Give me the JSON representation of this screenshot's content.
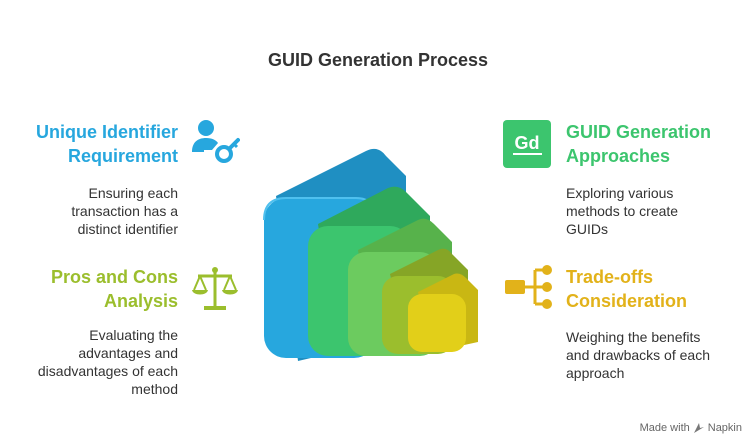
{
  "title": "GUID Generation Process",
  "colors": {
    "blue": "#27A7DE",
    "teal": "#3CC56E",
    "light_green": "#6CCB5F",
    "olive": "#9BBE2D",
    "yellow": "#E2CF19"
  },
  "items": [
    {
      "heading_line1": "Unique Identifier",
      "heading_line2": "Requirement",
      "desc_line1": "Ensuring each",
      "desc_line2": "transaction has a",
      "desc_line3": "distinct identifier",
      "icon": "user-key-icon",
      "color": "#27A7DE"
    },
    {
      "heading_line1": "GUID Generation",
      "heading_line2": "Approaches",
      "desc_line1": "Exploring various",
      "desc_line2": "methods to create",
      "desc_line3": "GUIDs",
      "icon": "gd-badge-icon",
      "icon_text": "Gd",
      "color": "#3CC56E"
    },
    {
      "heading_line1": "Pros and Cons",
      "heading_line2": "Analysis",
      "desc_line1": "Evaluating the",
      "desc_line2": "advantages and",
      "desc_line3": "disadvantages of each",
      "desc_line4": "method",
      "icon": "balance-scale-icon",
      "color": "#9BBE2D"
    },
    {
      "heading_line1": "Trade-offs",
      "heading_line2": "Consideration",
      "desc_line1": "Weighing the benefits",
      "desc_line2": "and drawbacks of each",
      "desc_line3": "approach",
      "icon": "branch-flow-icon",
      "color": "#E2B21A"
    }
  ],
  "footer": {
    "made_with": "Made with",
    "brand": "Napkin"
  }
}
